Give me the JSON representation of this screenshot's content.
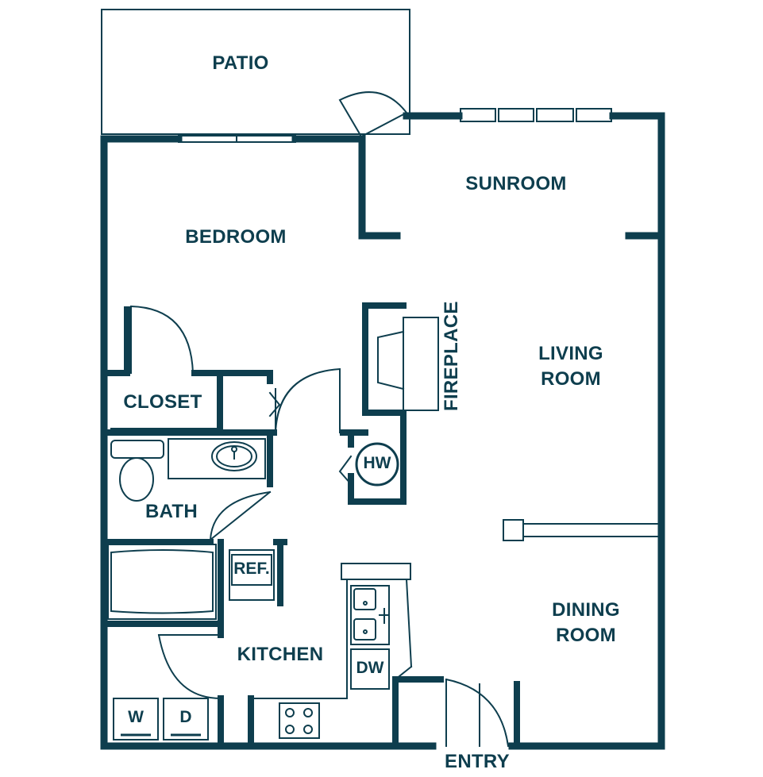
{
  "colors": {
    "wall": "#0e3e4e",
    "background": "#ffffff"
  },
  "rooms": {
    "patio": "PATIO",
    "sunroom": "SUNROOM",
    "bedroom": "BEDROOM",
    "living_line1": "LIVING",
    "living_line2": "ROOM",
    "fireplace": "FIREPLACE",
    "closet": "CLOSET",
    "bath": "BATH",
    "kitchen": "KITCHEN",
    "dining_line1": "DINING",
    "dining_line2": "ROOM",
    "entry": "ENTRY"
  },
  "appliances": {
    "water_heater": "HW",
    "refrigerator": "REF.",
    "dishwasher": "DW",
    "washer": "W",
    "dryer": "D"
  }
}
